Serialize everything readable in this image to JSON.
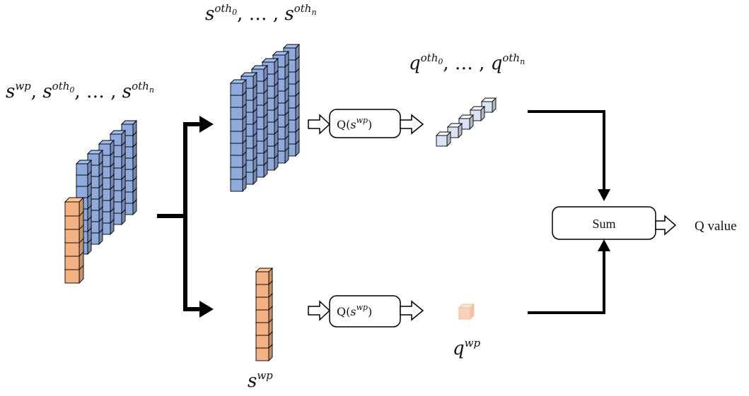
{
  "labels": {
    "input_state": {
      "base": "s",
      "sup": "wp",
      "sep1": ", ",
      "base2": "s",
      "sup2": "oth",
      "sub2": "0",
      "sep2": ", … , ",
      "base3": "s",
      "sup3": "oth",
      "sub3": "n"
    },
    "other_states": {
      "base": "s",
      "sup": "oth",
      "sub": "0",
      "sep": ", … , ",
      "base2": "s",
      "sup2": "oth",
      "sub2": "n"
    },
    "other_q": {
      "base": "q",
      "sup": "oth",
      "sub": "0",
      "sep": ", … , ",
      "base2": "q",
      "sup2": "oth",
      "sub2": "n"
    },
    "self_state": {
      "base": "s",
      "sup": "wp"
    },
    "self_q": {
      "base": "q",
      "sup": "wp"
    },
    "q_function_top": {
      "pre": "Q(",
      "base": "s",
      "sup": "wp",
      "post": ")"
    },
    "q_function_bottom": {
      "pre": "Q(",
      "base": "s",
      "sup": "wp",
      "post": ")"
    },
    "sum_box": "Sum",
    "output": "Q value"
  },
  "colors": {
    "orange_fill": "#F4B183",
    "orange_stroke": "#000000",
    "blue_fill": "#8FAADC",
    "blue_stroke": "#000000",
    "lightblue_fill": "#DAE3F3",
    "faded_orange": "#F8CBAD"
  }
}
